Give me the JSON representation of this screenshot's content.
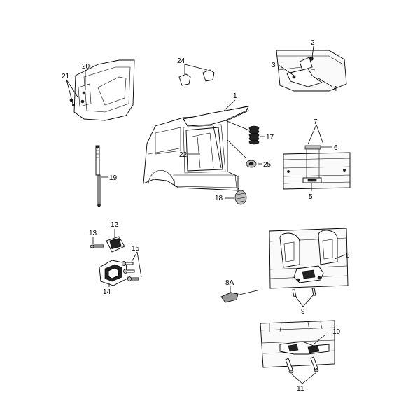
{
  "callouts": {
    "c1": "1",
    "c2": "2",
    "c3": "3",
    "c4": "4",
    "c5": "5",
    "c6": "6",
    "c7": "7",
    "c8": "8",
    "c8a": "8A",
    "c9": "9",
    "c10": "10",
    "c11": "11",
    "c12": "12",
    "c13": "13",
    "c14": "14",
    "c15": "15",
    "c17": "17",
    "c18": "18",
    "c19": "19",
    "c20": "20",
    "c21": "21",
    "c22": "22",
    "c24": "24",
    "c25": "25"
  }
}
